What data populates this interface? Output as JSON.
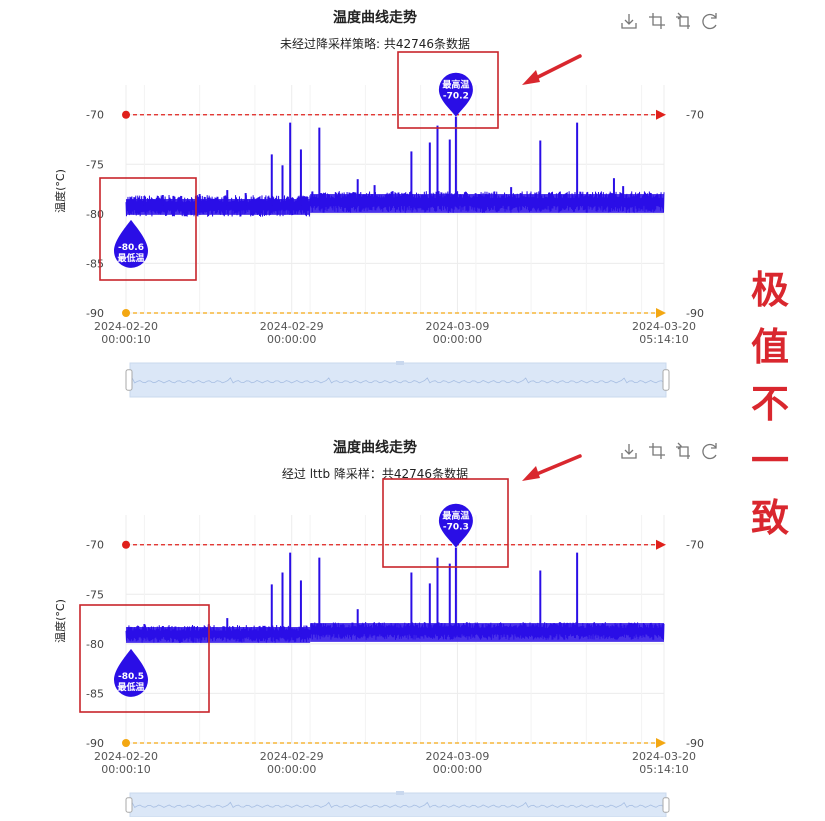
{
  "colors": {
    "series": "#2a0ee6",
    "max_line": "#e0201b",
    "min_line": "#f3a712",
    "annotation_box": "#c8252b",
    "callout_arrow": "#d9272e",
    "side_label": "#d9272e",
    "zoom_fill": "#dbe7f7"
  },
  "toolbar_icons": [
    "download-icon",
    "crop-icon",
    "crop-reset-icon",
    "refresh-icon"
  ],
  "side_label": {
    "chars": [
      "极",
      "值",
      "不",
      "一",
      "致"
    ]
  },
  "charts": [
    {
      "title": "温度曲线走势",
      "subtitle": "未经过降采样策略: 共42746条数据",
      "ylabel": "温度(°C)",
      "max_pin": {
        "label": "最高温",
        "value": "-70.2"
      },
      "min_pin": {
        "label": "最低温",
        "value": "-80.6"
      }
    },
    {
      "title": "温度曲线走势",
      "subtitle": "经过 lttb 降采样：共42746条数据",
      "ylabel": "温度(°C)",
      "max_pin": {
        "label": "最高温",
        "value": "-70.3"
      },
      "min_pin": {
        "label": "最低温",
        "value": "-80.5"
      }
    }
  ],
  "chart_data": [
    {
      "type": "line",
      "title": "温度曲线走势",
      "subtitle": "未经过降采样策略: 共42746条数据",
      "xlabel": "",
      "ylabel": "温度(°C)",
      "x_range": [
        "2024-02-20 00:00:10",
        "2024-03-20 05:14:10"
      ],
      "x_ticks": [
        {
          "date": "2024-02-20",
          "time": "00:00:10"
        },
        {
          "date": "2024-02-29",
          "time": "00:00:00"
        },
        {
          "date": "2024-03-09",
          "time": "00:00:00"
        },
        {
          "date": "2024-03-20",
          "time": "05:14:10"
        }
      ],
      "ylim": [
        -90,
        -67
      ],
      "y_ticks": [
        -70,
        -75,
        -80,
        -85,
        -90
      ],
      "grid": true,
      "baseline": {
        "start": "2024-02-20 00:00:10",
        "early": -79.2,
        "shift_at": "2024-03-01 00:00:00",
        "late": -78.8
      },
      "noise_band": 1.1,
      "spikes": [
        {
          "x": "2024-02-21 00:00:00",
          "y": -78.2
        },
        {
          "x": "2024-02-22 00:00:00",
          "y": -78.1
        },
        {
          "x": "2024-02-23 00:00:00",
          "y": -78.2
        },
        {
          "x": "2024-02-24 00:00:00",
          "y": -78.0
        },
        {
          "x": "2024-02-25 12:00:00",
          "y": -77.6
        },
        {
          "x": "2024-02-26 12:00:00",
          "y": -77.9
        },
        {
          "x": "2024-02-27 22:00:00",
          "y": -74.0
        },
        {
          "x": "2024-02-28 12:00:00",
          "y": -75.1
        },
        {
          "x": "2024-02-28 22:00:00",
          "y": -70.8
        },
        {
          "x": "2024-02-29 12:00:00",
          "y": -73.5
        },
        {
          "x": "2024-03-01 12:00:00",
          "y": -71.3
        },
        {
          "x": "2024-03-03 14:00:00",
          "y": -76.5
        },
        {
          "x": "2024-03-04 12:00:00",
          "y": -77.1
        },
        {
          "x": "2024-03-06 12:00:00",
          "y": -73.7
        },
        {
          "x": "2024-03-07 12:00:00",
          "y": -72.8
        },
        {
          "x": "2024-03-07 22:00:00",
          "y": -71.1
        },
        {
          "x": "2024-03-08 14:00:00",
          "y": -72.5
        },
        {
          "x": "2024-03-08 22:00:00",
          "y": -70.2
        },
        {
          "x": "2024-03-11 22:00:00",
          "y": -77.3
        },
        {
          "x": "2024-03-13 12:00:00",
          "y": -72.6
        },
        {
          "x": "2024-03-15 12:00:00",
          "y": -70.8
        },
        {
          "x": "2024-03-17 12:00:00",
          "y": -76.4
        },
        {
          "x": "2024-03-18 00:00:00",
          "y": -77.2
        }
      ],
      "max": {
        "label": "最高温",
        "x": "2024-03-08 22:00:00",
        "y": -70.2
      },
      "min": {
        "label": "最低温",
        "x": "2024-02-20 00:00:10",
        "y": -80.6
      },
      "mark_lines": [
        {
          "name": "max",
          "y": -70,
          "label": "-70"
        },
        {
          "name": "min",
          "y": -90,
          "label": "-90"
        }
      ]
    },
    {
      "type": "line",
      "title": "温度曲线走势",
      "subtitle": "经过 lttb 降采样：共42746条数据",
      "xlabel": "",
      "ylabel": "温度(°C)",
      "x_range": [
        "2024-02-20 00:00:10",
        "2024-03-20 05:14:10"
      ],
      "x_ticks": [
        {
          "date": "2024-02-20",
          "time": "00:00:10"
        },
        {
          "date": "2024-02-29",
          "time": "00:00:00"
        },
        {
          "date": "2024-03-09",
          "time": "00:00:00"
        },
        {
          "date": "2024-03-20",
          "time": "05:14:10"
        }
      ],
      "ylim": [
        -90,
        -67
      ],
      "y_ticks": [
        -70,
        -75,
        -80,
        -85,
        -90
      ],
      "grid": true,
      "baseline": {
        "start": "2024-02-20 00:00:10",
        "early": -79.0,
        "shift_at": "2024-03-01 00:00:00",
        "late": -78.7
      },
      "noise_band": 0.9,
      "spikes": [
        {
          "x": "2024-02-21 00:00:00",
          "y": -78.0
        },
        {
          "x": "2024-02-22 00:00:00",
          "y": -78.2
        },
        {
          "x": "2024-02-24 12:00:00",
          "y": -78.0
        },
        {
          "x": "2024-02-25 12:00:00",
          "y": -77.4
        },
        {
          "x": "2024-02-27 22:00:00",
          "y": -74.0
        },
        {
          "x": "2024-02-28 12:00:00",
          "y": -72.8
        },
        {
          "x": "2024-02-28 22:00:00",
          "y": -70.8
        },
        {
          "x": "2024-02-29 12:00:00",
          "y": -73.6
        },
        {
          "x": "2024-03-01 12:00:00",
          "y": -71.3
        },
        {
          "x": "2024-03-03 14:00:00",
          "y": -76.5
        },
        {
          "x": "2024-03-06 12:00:00",
          "y": -72.8
        },
        {
          "x": "2024-03-07 12:00:00",
          "y": -73.9
        },
        {
          "x": "2024-03-07 22:00:00",
          "y": -71.3
        },
        {
          "x": "2024-03-08 14:00:00",
          "y": -71.9
        },
        {
          "x": "2024-03-08 22:00:00",
          "y": -70.3
        },
        {
          "x": "2024-03-13 12:00:00",
          "y": -72.6
        },
        {
          "x": "2024-03-15 12:00:00",
          "y": -70.8
        }
      ],
      "max": {
        "label": "最高温",
        "x": "2024-03-08 22:00:00",
        "y": -70.3
      },
      "min": {
        "label": "最低温",
        "x": "2024-02-20 00:00:10",
        "y": -80.5
      },
      "mark_lines": [
        {
          "name": "max",
          "y": -70,
          "label": "-70"
        },
        {
          "name": "min",
          "y": -90,
          "label": "-90"
        }
      ]
    }
  ]
}
